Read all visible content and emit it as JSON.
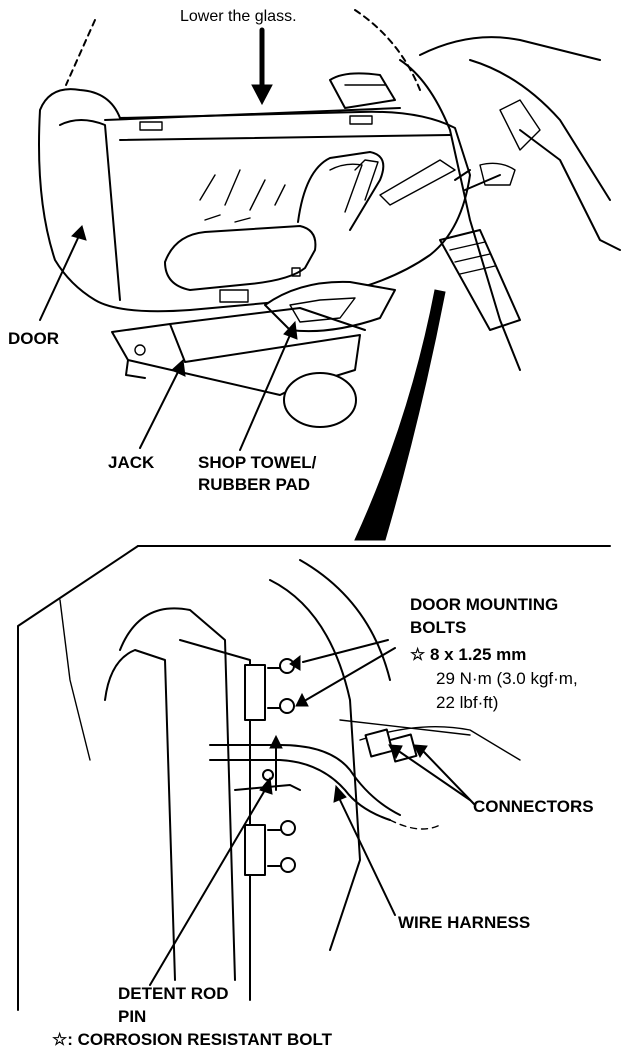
{
  "colors": {
    "ink": "#000000",
    "paper": "#ffffff"
  },
  "top_view": {
    "instruction": "Lower the glass.",
    "door_label": "DOOR",
    "jack_label": "JACK",
    "towel_label_line1": "SHOP TOWEL/",
    "towel_label_line2": "RUBBER PAD"
  },
  "detail_view": {
    "bolts_label_line1": "DOOR MOUNTING",
    "bolts_label_line2": "BOLTS",
    "bolt_spec_line1": "☆ 8 x 1.25 mm",
    "bolt_spec_line2": "29 N·m (3.0 kgf·m,",
    "bolt_spec_line3": "22 lbf·ft)",
    "connectors_label": "CONNECTORS",
    "harness_label": "WIRE HARNESS",
    "detent_label_line1": "DETENT ROD",
    "detent_label_line2": "PIN",
    "legend": "☆: CORROSION RESISTANT BOLT"
  }
}
